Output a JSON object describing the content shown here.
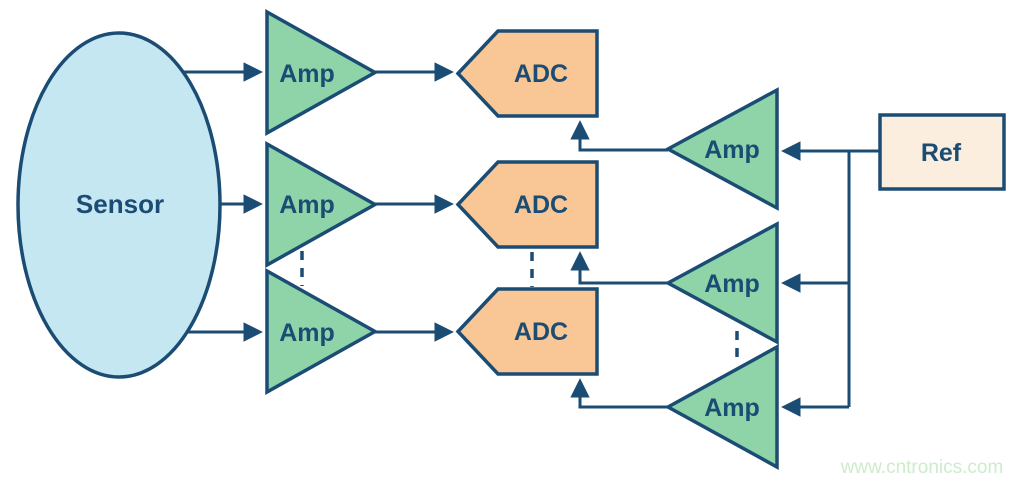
{
  "diagram": {
    "title_none_visible": "",
    "sensor": {
      "label": "Sensor"
    },
    "signal_chains": [
      {
        "amp": "Amp",
        "adc": "ADC"
      },
      {
        "amp": "Amp",
        "adc": "ADC"
      },
      {
        "amp": "Amp",
        "adc": "ADC"
      }
    ],
    "reference_buffers": [
      {
        "amp": "Amp"
      },
      {
        "amp": "Amp"
      },
      {
        "amp": "Amp"
      }
    ],
    "reference": {
      "label": "Ref"
    },
    "watermark": "www.cntronics.com",
    "colors": {
      "outline_and_text": "#1b4c74",
      "sensor_fill": "#c4e7f2",
      "amp_fill": "#8fd3a8",
      "adc_fill": "#f8c795",
      "ref_fill": "#fbeede",
      "watermark_green": "#cdeccb",
      "background": "#ffffff"
    }
  }
}
